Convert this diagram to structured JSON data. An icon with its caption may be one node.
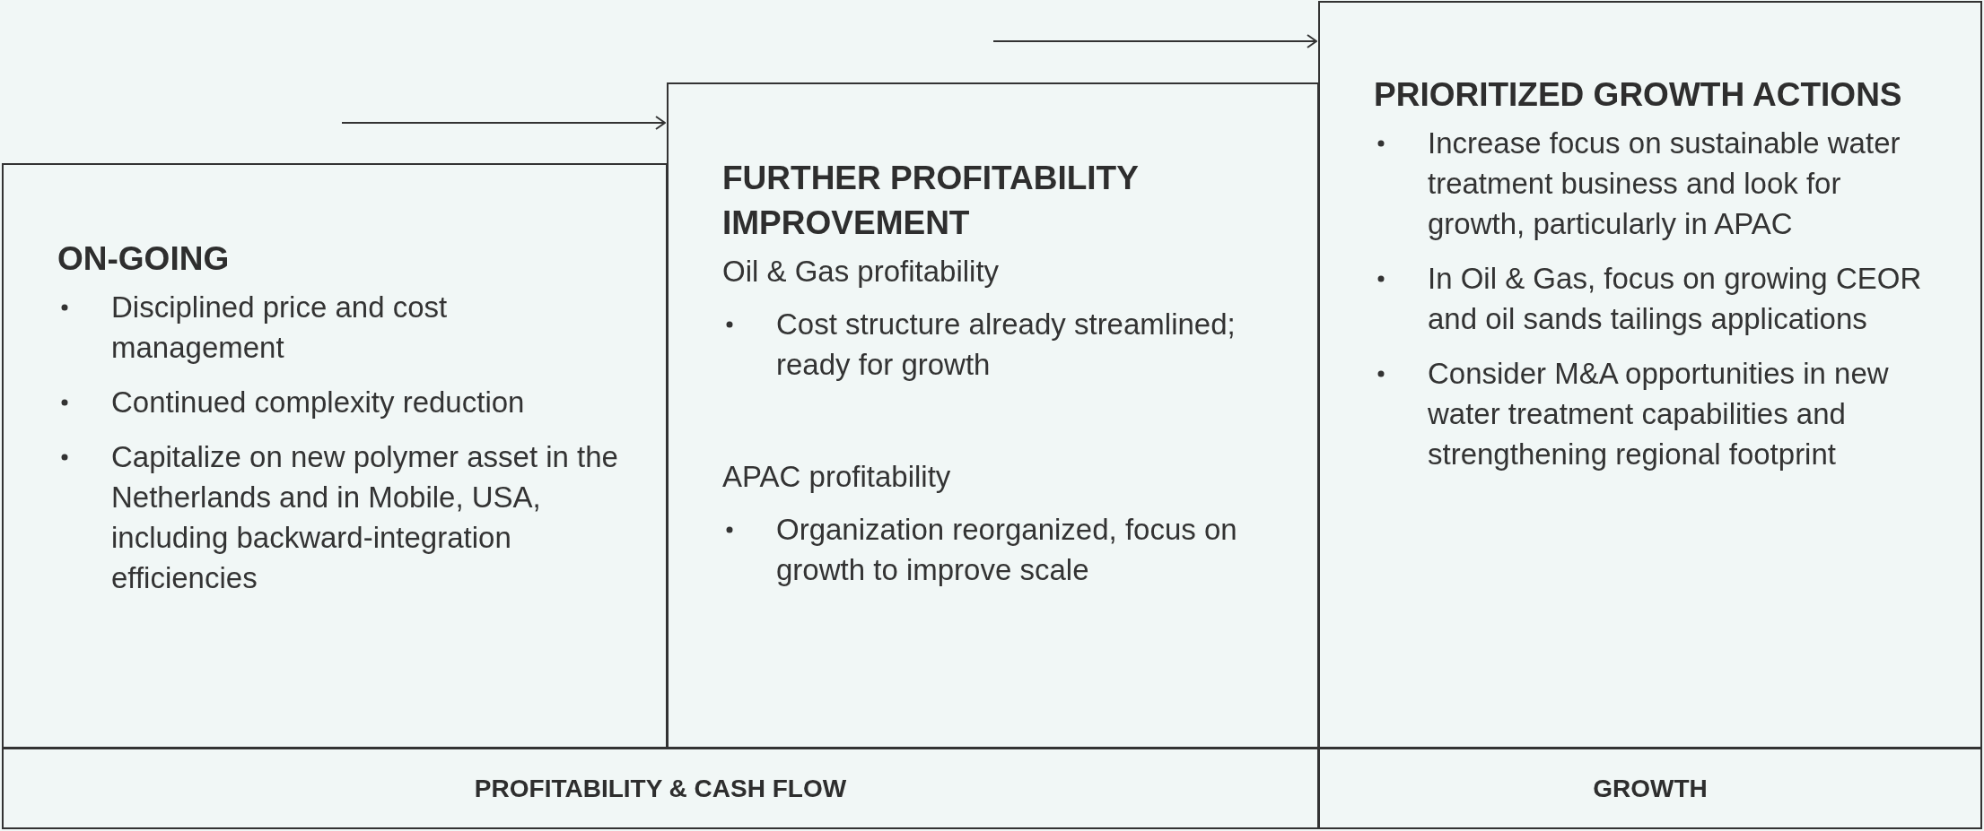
{
  "diagram": {
    "nodes": [
      {
        "text": [
          "ON-GOING",
          "Disciplined price and cost management",
          "Continued complexity reduction",
          "Capitalize on new polymer asset in the Netherlands and in Mobile, USA, including backward-integration efficiencies"
        ]
      },
      {
        "text": [
          "FURTHER PROFITABILITY IMPROVEMENT",
          "Oil & Gas profitability",
          "Cost structure already streamlined; ready for growth",
          "APAC profitability",
          "Organization reorganized, focus on growth to improve scale"
        ]
      },
      {
        "text": [
          "PRIORITIZED GROWTH ACTIONS",
          "Increase focus on sustainable water treatment business and look for growth, particularly in APAC",
          "In Oil & Gas, focus on growing CEOR and oil sands tailings applications",
          "Consider M&A opportunities in new water treatment capabilities and strengthening regional footprint"
        ]
      },
      {
        "text": [
          "PROFITABILITY & CASH FLOW"
        ]
      },
      {
        "text": [
          "GROWTH"
        ]
      }
    ],
    "edges": [
      {
        "from": null,
        "to": 1,
        "arrow": "to"
      },
      {
        "from": null,
        "to": 2,
        "arrow": "to"
      }
    ]
  }
}
